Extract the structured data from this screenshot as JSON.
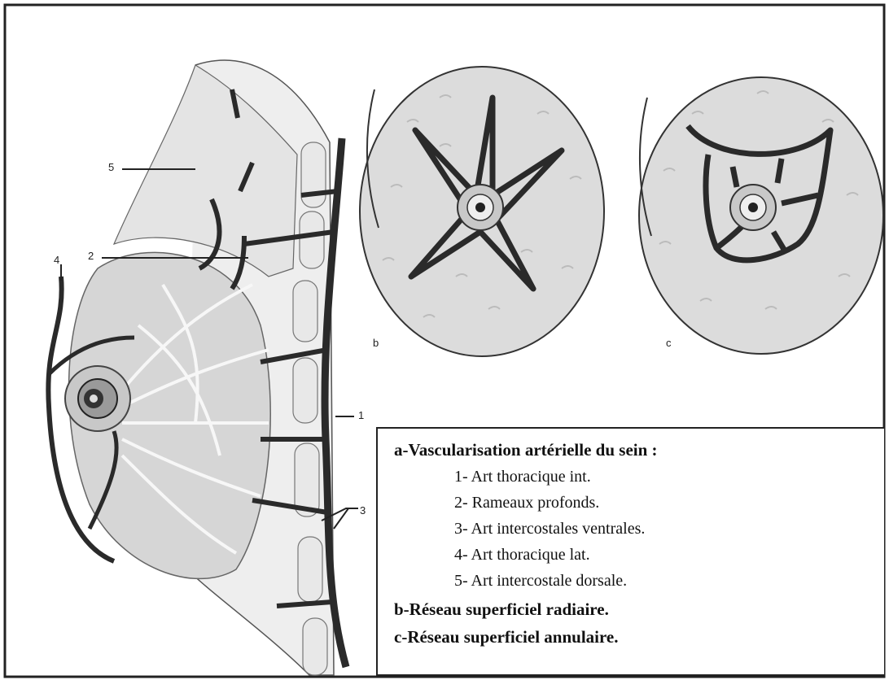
{
  "figure": {
    "panel_labels": {
      "b": "b",
      "c": "c"
    },
    "callouts": {
      "one": "1",
      "two": "2",
      "three": "3",
      "four": "4",
      "five": "5"
    }
  },
  "legend": {
    "title": "a-Vascularisation artérielle du sein :",
    "items": [
      "1- Art thoracique int.",
      "2- Rameaux profonds.",
      "3- Art intercostales ventrales.",
      "4- Art thoracique lat.",
      "5- Art intercostale dorsale."
    ],
    "b_label": "b-Réseau superficiel radiaire.",
    "c_label": "c-Réseau superficiel annulaire."
  },
  "colors": {
    "border": "#222222",
    "vessel": "#2a2a2a",
    "tissue": "#dcdcdc",
    "tissue_dark": "#c4c4c4",
    "background": "#ffffff"
  }
}
